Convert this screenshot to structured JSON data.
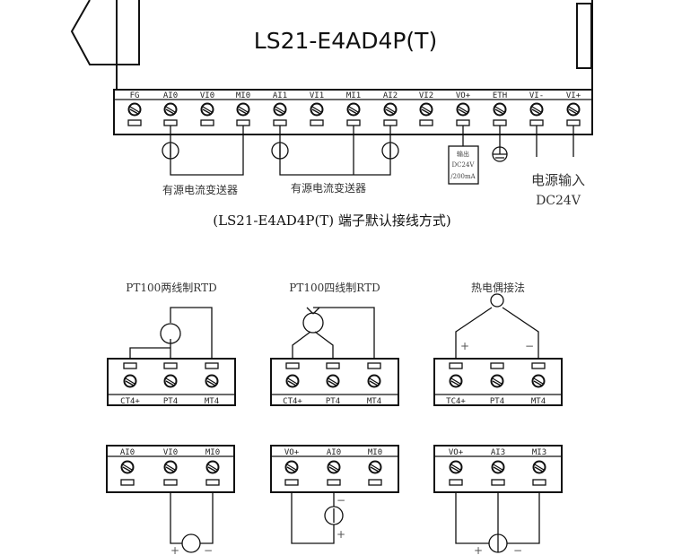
{
  "module": {
    "title": "LS21-E4AD4P(T)",
    "terminals": [
      "FG",
      "AI0",
      "VI0",
      "MI0",
      "AI1",
      "VI1",
      "MI1",
      "AI2",
      "VI2",
      "VO+",
      "ETH",
      "VI-",
      "VI+"
    ],
    "transmitter_label_1": "有源电流变送器",
    "transmitter_label_2": "有源电流变送器",
    "output_box": [
      "输出",
      "DC24V",
      "/200mA"
    ],
    "power_label": "电源输入",
    "power_voltage": "DC24V",
    "caption": "(LS21-E4AD4P(T) 端子默认接线方式)"
  },
  "sensor_wiring": [
    {
      "title": "PT100两线制RTD",
      "terminals": [
        "CT4+",
        "PT4",
        "MT4"
      ]
    },
    {
      "title": "PT100四线制RTD",
      "terminals": [
        "CT4+",
        "PT4",
        "MT4"
      ]
    },
    {
      "title": "热电偶接法",
      "terminals": [
        "TC4+",
        "PT4",
        "MT4"
      ],
      "plus": "+",
      "minus": "−"
    }
  ],
  "input_wiring": [
    {
      "terminals": [
        "AI0",
        "VI0",
        "MI0"
      ],
      "plus": "+",
      "minus": "−"
    },
    {
      "terminals": [
        "VO+",
        "AI0",
        "MI0"
      ],
      "plus": "+",
      "minus": "−"
    },
    {
      "terminals": [
        "VO+",
        "AI3",
        "MI3"
      ],
      "plus": "+",
      "minus": "−"
    }
  ]
}
